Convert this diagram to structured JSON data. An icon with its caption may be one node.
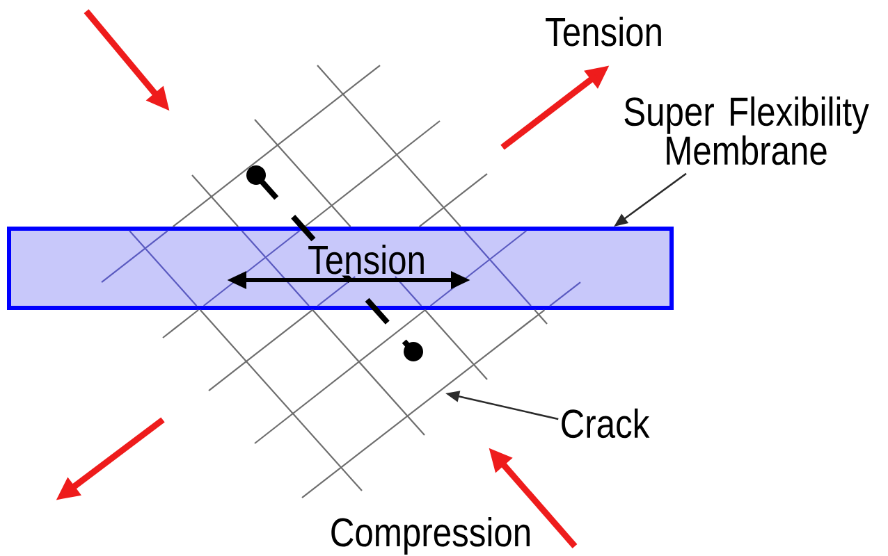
{
  "diagram": {
    "nodes": [
      {
        "text": [],
        "shape": "picture"
      },
      {
        "text": [
          "Super Flexibility Membrane"
        ]
      },
      {
        "text": [],
        "shape": "box"
      },
      {
        "text": [
          "Crack"
        ]
      }
    ],
    "edges": [
      {
        "from": 1,
        "to": 2,
        "arrow": "to"
      },
      {
        "from": 3,
        "to": 0,
        "arrow": "to"
      }
    ],
    "labels": [
      "Tension",
      "Tension",
      "Compression"
    ]
  }
}
